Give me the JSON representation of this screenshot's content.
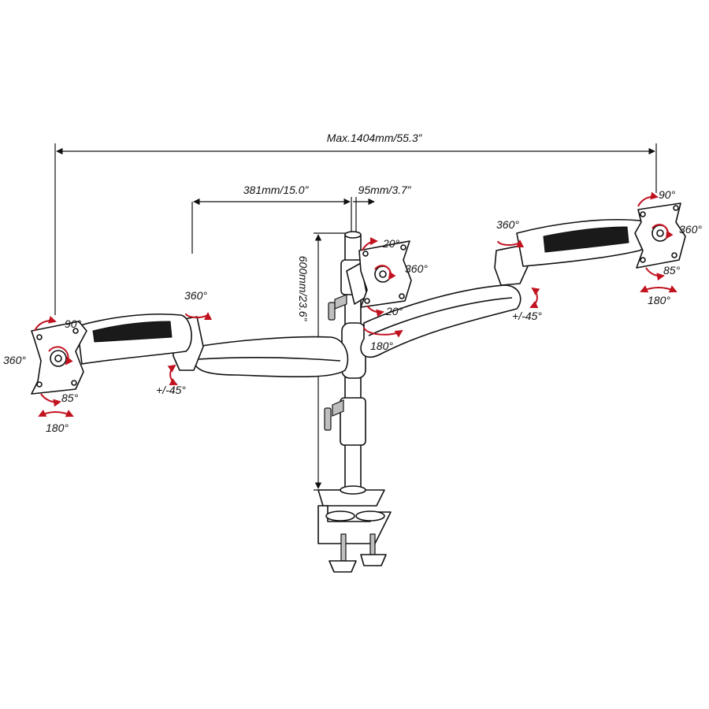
{
  "dimensions": {
    "total_width": "Max.1404mm/55.3”",
    "arm_offset": "381mm/15.0”",
    "center_offset": "95mm/3.7”",
    "pole_height": "600mm/23.6”"
  },
  "left_monitor": {
    "tilt_up": "90°",
    "rotate": "360°",
    "tilt_down": "85°",
    "swivel": "180°"
  },
  "left_arm": {
    "joint_rotate": "360°",
    "lift": "+/-45°"
  },
  "center_monitor": {
    "tilt_up": "20°",
    "rotate": "360°",
    "tilt_down": "20°",
    "swivel": "180°"
  },
  "right_arm": {
    "joint_rotate": "360°",
    "lift": "+/-45°"
  },
  "right_monitor": {
    "tilt_up": "90°",
    "rotate": "360°",
    "tilt_down": "85°",
    "swivel": "180°"
  },
  "colors": {
    "line": "#111111",
    "motion_arrow": "#c1121f",
    "background": "#ffffff"
  }
}
